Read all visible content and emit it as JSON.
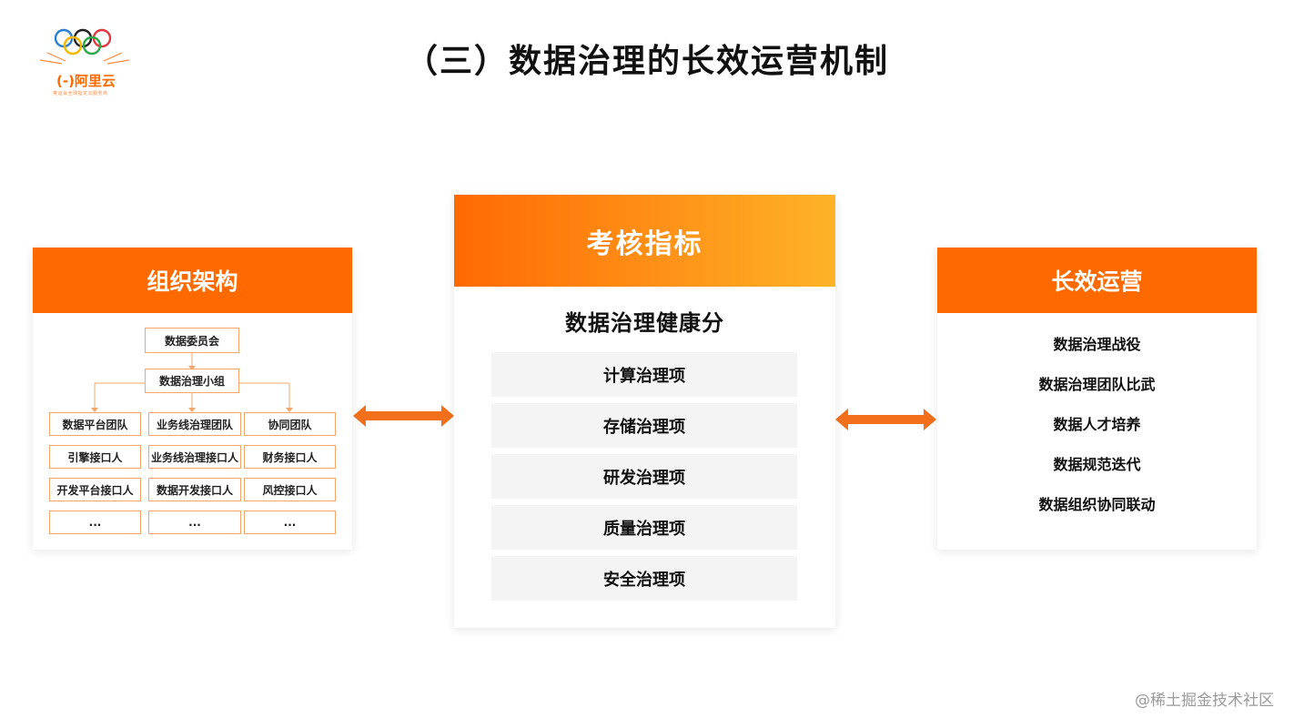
{
  "logo": {
    "text": "(-)阿里云",
    "subtitle": "奥运会全球指定云服务商"
  },
  "title": "（三）数据治理的长效运营机制",
  "left_panel": {
    "title": "组织架构",
    "root": "数据委员会",
    "level2": "数据治理小组",
    "columns": [
      [
        "数据平台团队",
        "引擎接口人",
        "开发平台接口人",
        "..."
      ],
      [
        "业务线治理团队",
        "业务线治理接口人",
        "数据开发接口人",
        "..."
      ],
      [
        "协同团队",
        "财务接口人",
        "风控接口人",
        "..."
      ]
    ]
  },
  "center_panel": {
    "title": "考核指标",
    "subtitle": "数据治理健康分",
    "items": [
      "计算治理项",
      "存储治理项",
      "研发治理项",
      "质量治理项",
      "安全治理项"
    ]
  },
  "right_panel": {
    "title": "长效运营",
    "items": [
      "数据治理战役",
      "数据治理团队比武",
      "数据人才培养",
      "数据规范迭代",
      "数据组织协同联动"
    ]
  },
  "colors": {
    "accent": "#ff6a00",
    "gradient_end": "#fdb328"
  },
  "watermark": "@稀土掘金技术社区"
}
